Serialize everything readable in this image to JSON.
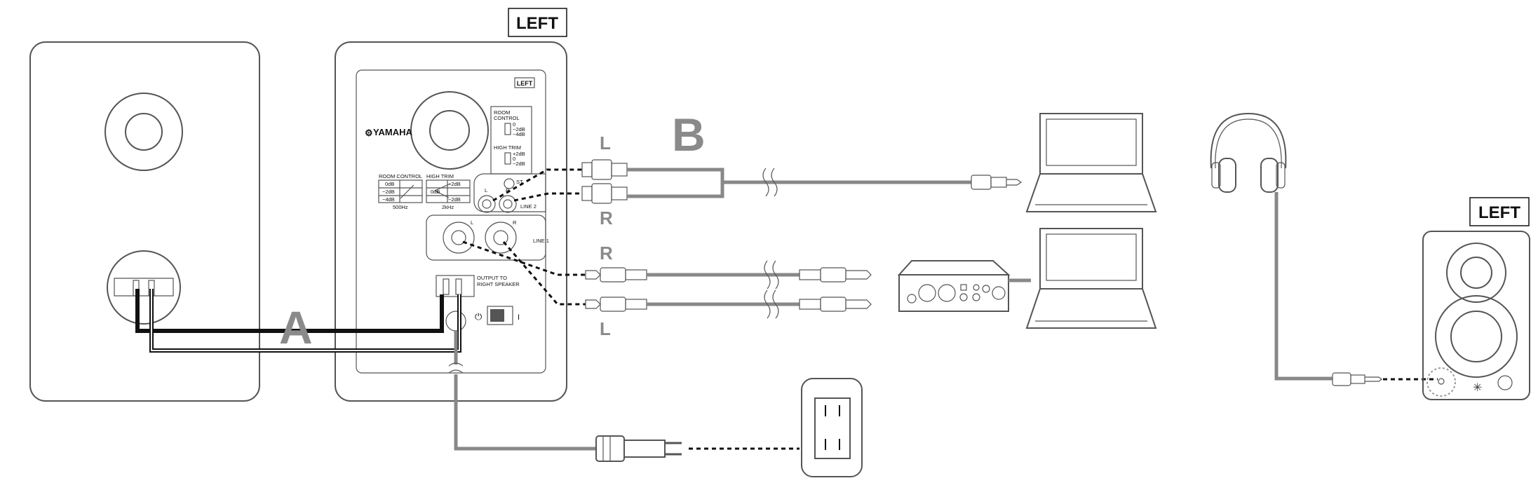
{
  "labels": {
    "left_main": "LEFT",
    "left_panel": "LEFT",
    "left_right_speaker": "LEFT",
    "a": "A",
    "b": "B",
    "rca_top": "L",
    "rca_bottom": "R",
    "trs_top": "R",
    "trs_bottom": "L"
  },
  "panel": {
    "brand": "YAMAHA",
    "room_control": "ROOM CONTROL",
    "high_trim": "HIGH TRIM",
    "room_control_small": [
      "ROOM",
      "CONTROL"
    ],
    "high_trim_small": "HIGH TRIM",
    "room_opts": [
      "0",
      "−2dB",
      "−4dB"
    ],
    "trim_opts": [
      "+2dB",
      "0",
      "−2dB"
    ],
    "room_table": [
      "0dB",
      "−2dB",
      "−4dB"
    ],
    "trim_table": [
      "+2dB",
      "0dB",
      "−2dB"
    ],
    "freq_500": "500Hz",
    "freq_2k": "2kHz",
    "st": "ST",
    "line2": "LINE 2",
    "line1": "LINE 1",
    "xlr_l": "L",
    "xlr_r": "R",
    "jack_l": "L",
    "jack_r": "R",
    "output": [
      "OUTPUT TO",
      "RIGHT SPEAKER"
    ],
    "power_symbol": "⏻",
    "power_on": "I"
  },
  "colors": {
    "outline": "#555555",
    "cable": "#888888",
    "letter": "#8a8a8a",
    "dashed_line": "#111111"
  }
}
